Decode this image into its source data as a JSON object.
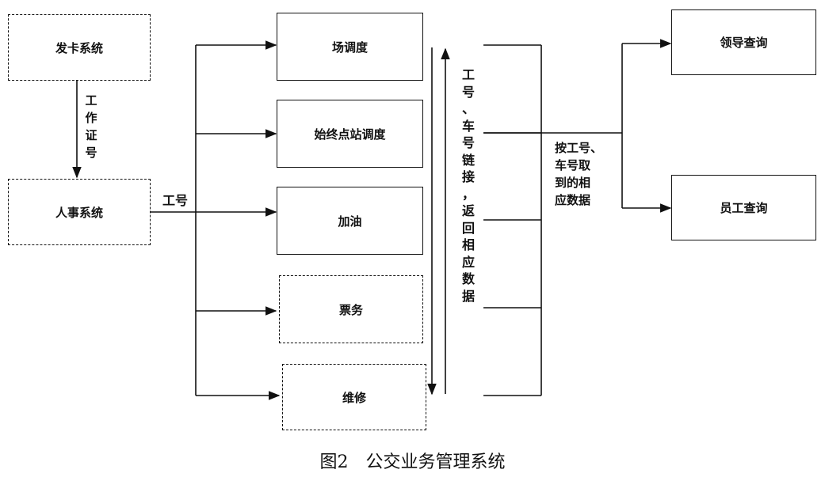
{
  "boxes": {
    "card_system": "发卡系统",
    "hr_system": "人事系统",
    "yard_dispatch": "场调度",
    "terminal_dispatch": "始终点站调度",
    "refuel": "加油",
    "ticketing": "票务",
    "maintenance": "维修",
    "leader_query": "领导查询",
    "staff_query": "员工查询"
  },
  "edges": {
    "work_id_card": "工作证号",
    "work_id": "工号",
    "link_return": "工号、车号链接，返回相应数据",
    "fetch_by_id": [
      "按工号、",
      "车号取",
      "到的相",
      "应数据"
    ]
  },
  "caption": "图2　公交业务管理系统"
}
